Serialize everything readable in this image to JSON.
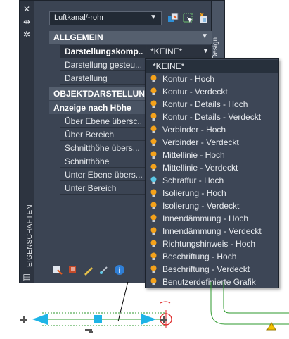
{
  "palette": {
    "title": "EIGENSCHAFTEN",
    "right_tab": "Design",
    "object_dropdown": "Luftkanal/-rohr",
    "sections": {
      "general": "ALLGEMEIN",
      "display": "OBJEKTDARSTELLUNG",
      "height_display": "Anzeige nach Höhe"
    },
    "general_rows": [
      {
        "label": "Darstellungskomp...",
        "value": "*KEINE*"
      },
      {
        "label": "Darstellung gesteu...",
        "value": ""
      },
      {
        "label": "Darstellung",
        "value": ""
      }
    ],
    "height_rows": [
      {
        "label": "Über Ebene übersc..."
      },
      {
        "label": "Über Bereich"
      },
      {
        "label": "Schnitthöhe übers..."
      },
      {
        "label": "Schnitthöhe"
      },
      {
        "label": "Unter Ebene übers..."
      },
      {
        "label": "Unter Bereich"
      }
    ]
  },
  "list": {
    "selected": "*KEINE*",
    "items": [
      {
        "label": "Kontur - Hoch",
        "color": "#f4a21b"
      },
      {
        "label": "Kontur - Verdeckt",
        "color": "#f4a21b"
      },
      {
        "label": "Kontur - Details - Hoch",
        "color": "#f4a21b"
      },
      {
        "label": "Kontur - Details - Verdeckt",
        "color": "#f4a21b"
      },
      {
        "label": "Verbinder - Hoch",
        "color": "#f4a21b"
      },
      {
        "label": "Verbinder - Verdeckt",
        "color": "#f4a21b"
      },
      {
        "label": "Mittellinie - Hoch",
        "color": "#f4a21b"
      },
      {
        "label": "Mittellinie - Verdeckt",
        "color": "#f4a21b"
      },
      {
        "label": "Schraffur - Hoch",
        "color": "#5cc8e6"
      },
      {
        "label": "Isolierung - Hoch",
        "color": "#f4a21b"
      },
      {
        "label": "Isolierung - Verdeckt",
        "color": "#f4a21b"
      },
      {
        "label": "Innendämmung - Hoch",
        "color": "#f4a21b"
      },
      {
        "label": "Innendämmung - Verdeckt",
        "color": "#f4a21b"
      },
      {
        "label": "Richtungshinweis - Hoch",
        "color": "#f4a21b"
      },
      {
        "label": "Beschriftung - Hoch",
        "color": "#f4a21b"
      },
      {
        "label": "Beschriftung - Verdeckt",
        "color": "#f4a21b"
      },
      {
        "label": "Benutzerdefinierte Grafik",
        "color": "#f4a21b"
      }
    ]
  },
  "colors": {
    "accent": "#f4a21b",
    "grip": "#1eb4e6",
    "pipe": "#2e9a2e",
    "warning": "#f2c200"
  }
}
